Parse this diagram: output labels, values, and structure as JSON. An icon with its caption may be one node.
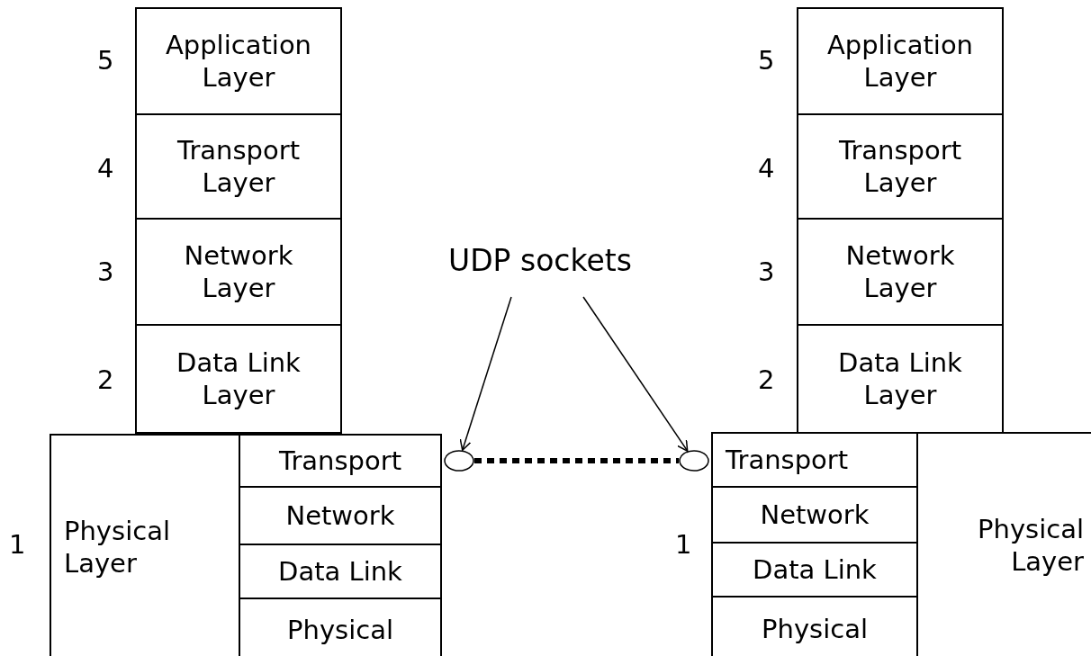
{
  "diagram": {
    "nodes": [
      {
        "text": [
          "Application Layer"
        ]
      },
      {
        "text": [
          "Transport Layer"
        ]
      },
      {
        "text": [
          "Network Layer"
        ]
      },
      {
        "text": [
          "Data Link Layer"
        ]
      },
      {
        "text": [
          "Application Layer"
        ]
      },
      {
        "text": [
          "Transport Layer"
        ]
      },
      {
        "text": [
          "Network Layer"
        ]
      },
      {
        "text": [
          "Data Link Layer"
        ]
      },
      {
        "text": [
          "UDP sockets"
        ]
      },
      {
        "text": [
          "Physical Layer"
        ]
      },
      {
        "text": [
          "Transport"
        ]
      },
      {
        "text": [],
        "shape": "circle"
      },
      {
        "text": [],
        "shape": "circle"
      },
      {
        "text": [
          "Transport"
        ]
      },
      {
        "text": [
          "Physical Layer"
        ]
      },
      {
        "text": [
          "Network"
        ]
      },
      {
        "text": [
          "Network"
        ]
      },
      {
        "text": [
          "Data Link"
        ]
      },
      {
        "text": [
          "Data Link"
        ]
      },
      {
        "text": [
          "Physical"
        ]
      },
      {
        "text": [
          "Physical"
        ]
      }
    ],
    "edges": [
      {
        "from": 8,
        "to": 11,
        "arrow": "to"
      },
      {
        "from": 8,
        "to": 12,
        "arrow": "to"
      },
      {
        "from": 11,
        "to": 12,
        "arrow": "none",
        "style": "dashed"
      }
    ],
    "labels": [
      "5",
      "5",
      "4",
      "4",
      "3",
      "3",
      "2",
      "2",
      "1",
      "1"
    ]
  }
}
